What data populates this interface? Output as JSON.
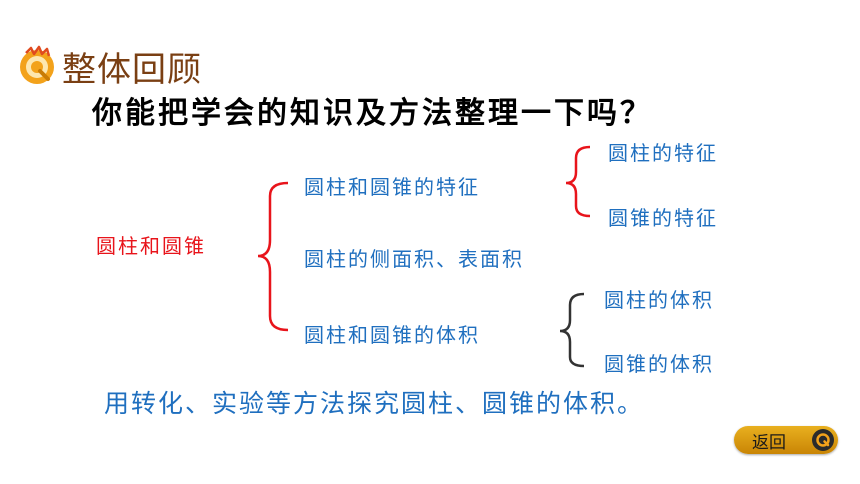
{
  "header": {
    "section_title": "整体回顾",
    "logo_icon": "q-badge-icon"
  },
  "question": "你能把学会的知识及方法整理一下吗？",
  "mindmap": {
    "main_topic": "圆柱和圆锥",
    "branches": [
      {
        "label": "圆柱和圆锥的特征",
        "subitems": [
          "圆柱的特征",
          "圆锥的特征"
        ]
      },
      {
        "label": "圆柱的侧面积、表面积",
        "subitems": []
      },
      {
        "label": "圆柱和圆锥的体积",
        "subitems": [
          "圆柱的体积",
          "圆锥的体积"
        ]
      }
    ]
  },
  "summary": "用转化、实验等方法探究圆柱、圆锥的体积。",
  "back_button": {
    "label": "返回",
    "icon": "q-circle-icon"
  },
  "colors": {
    "blue_text": "#1f6fbf",
    "red_text": "#e8141b",
    "bracket_red": "#e8141b",
    "bracket_dark": "#333333",
    "button_orange": "#d99412"
  }
}
